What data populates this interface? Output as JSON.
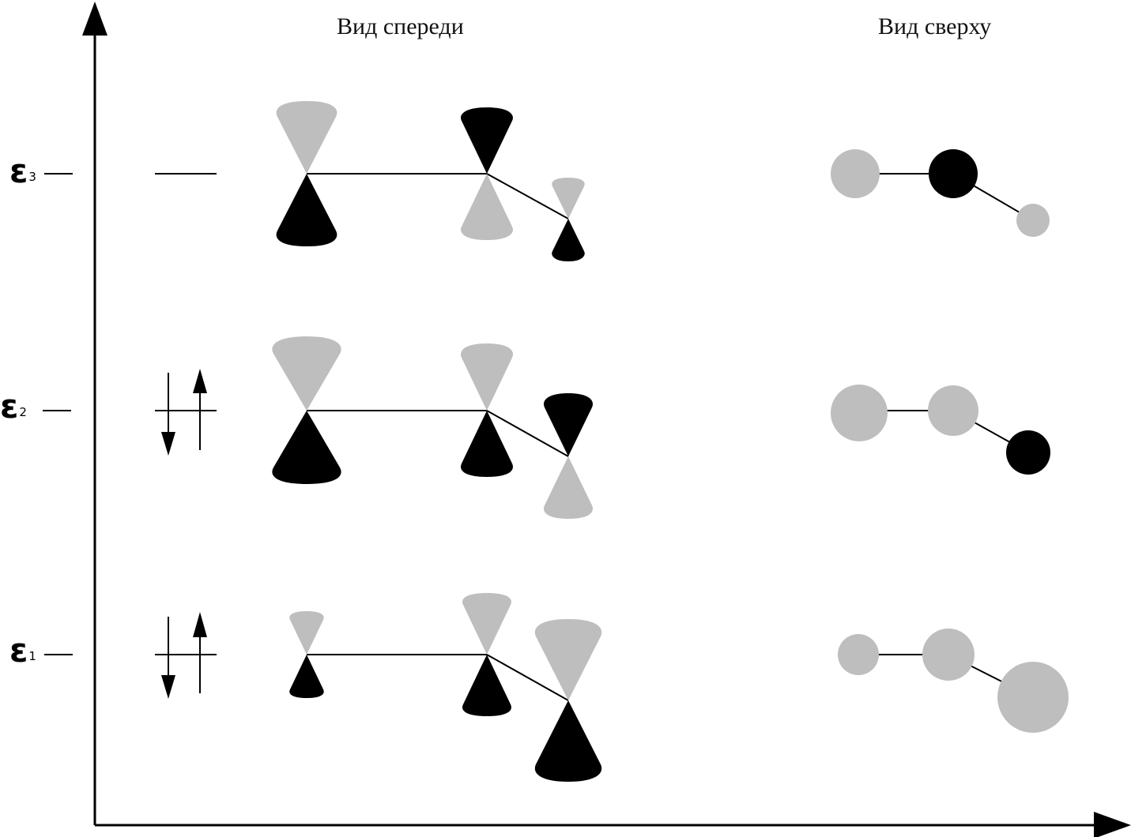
{
  "headers": {
    "front_view": "Вид спереди",
    "top_view": "Вид сверху"
  },
  "levels": [
    {
      "symbol": "ε",
      "subscript": "3",
      "electrons": "none"
    },
    {
      "symbol": "ε",
      "subscript": "2",
      "electrons": "paired"
    },
    {
      "symbol": "ε",
      "subscript": "1",
      "electrons": "paired"
    }
  ],
  "colors": {
    "positive_lobe": "#bebebe",
    "negative_lobe": "#000000",
    "lines": "#000000"
  },
  "orbitals": [
    {
      "level": "ε3",
      "atoms": [
        {
          "atom": 1,
          "top_lobe": "gray",
          "bottom_lobe": "black",
          "size": "large"
        },
        {
          "atom": 2,
          "top_lobe": "black",
          "bottom_lobe": "gray",
          "size": "large"
        },
        {
          "atom": 3,
          "top_lobe": "gray",
          "bottom_lobe": "black",
          "size": "small"
        }
      ]
    },
    {
      "level": "ε2",
      "atoms": [
        {
          "atom": 1,
          "top_lobe": "gray",
          "bottom_lobe": "black",
          "size": "large"
        },
        {
          "atom": 2,
          "top_lobe": "gray",
          "bottom_lobe": "black",
          "size": "medium"
        },
        {
          "atom": 3,
          "top_lobe": "black",
          "bottom_lobe": "gray",
          "size": "medium"
        }
      ]
    },
    {
      "level": "ε1",
      "atoms": [
        {
          "atom": 1,
          "top_lobe": "gray",
          "bottom_lobe": "black",
          "size": "small"
        },
        {
          "atom": 2,
          "top_lobe": "gray",
          "bottom_lobe": "black",
          "size": "medium"
        },
        {
          "atom": 3,
          "top_lobe": "gray",
          "bottom_lobe": "black",
          "size": "large"
        }
      ]
    }
  ]
}
